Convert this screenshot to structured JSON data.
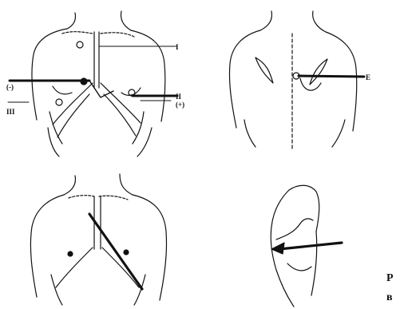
{
  "colors": {
    "ink": "#111111",
    "paper": "#ffffff"
  },
  "panels": {
    "front_limb": {
      "labels": {
        "lead_i": "I",
        "lead_i_neg": "(-)",
        "lead_iii": "III",
        "lead_ii": "II",
        "lead_pos": "(+)"
      }
    },
    "back": {
      "labels": {
        "lead_right": "E"
      }
    },
    "front_diagonal": {
      "labels": {}
    },
    "side": {
      "labels": {}
    }
  },
  "caption": {
    "line1": "Р",
    "line2": "в"
  }
}
